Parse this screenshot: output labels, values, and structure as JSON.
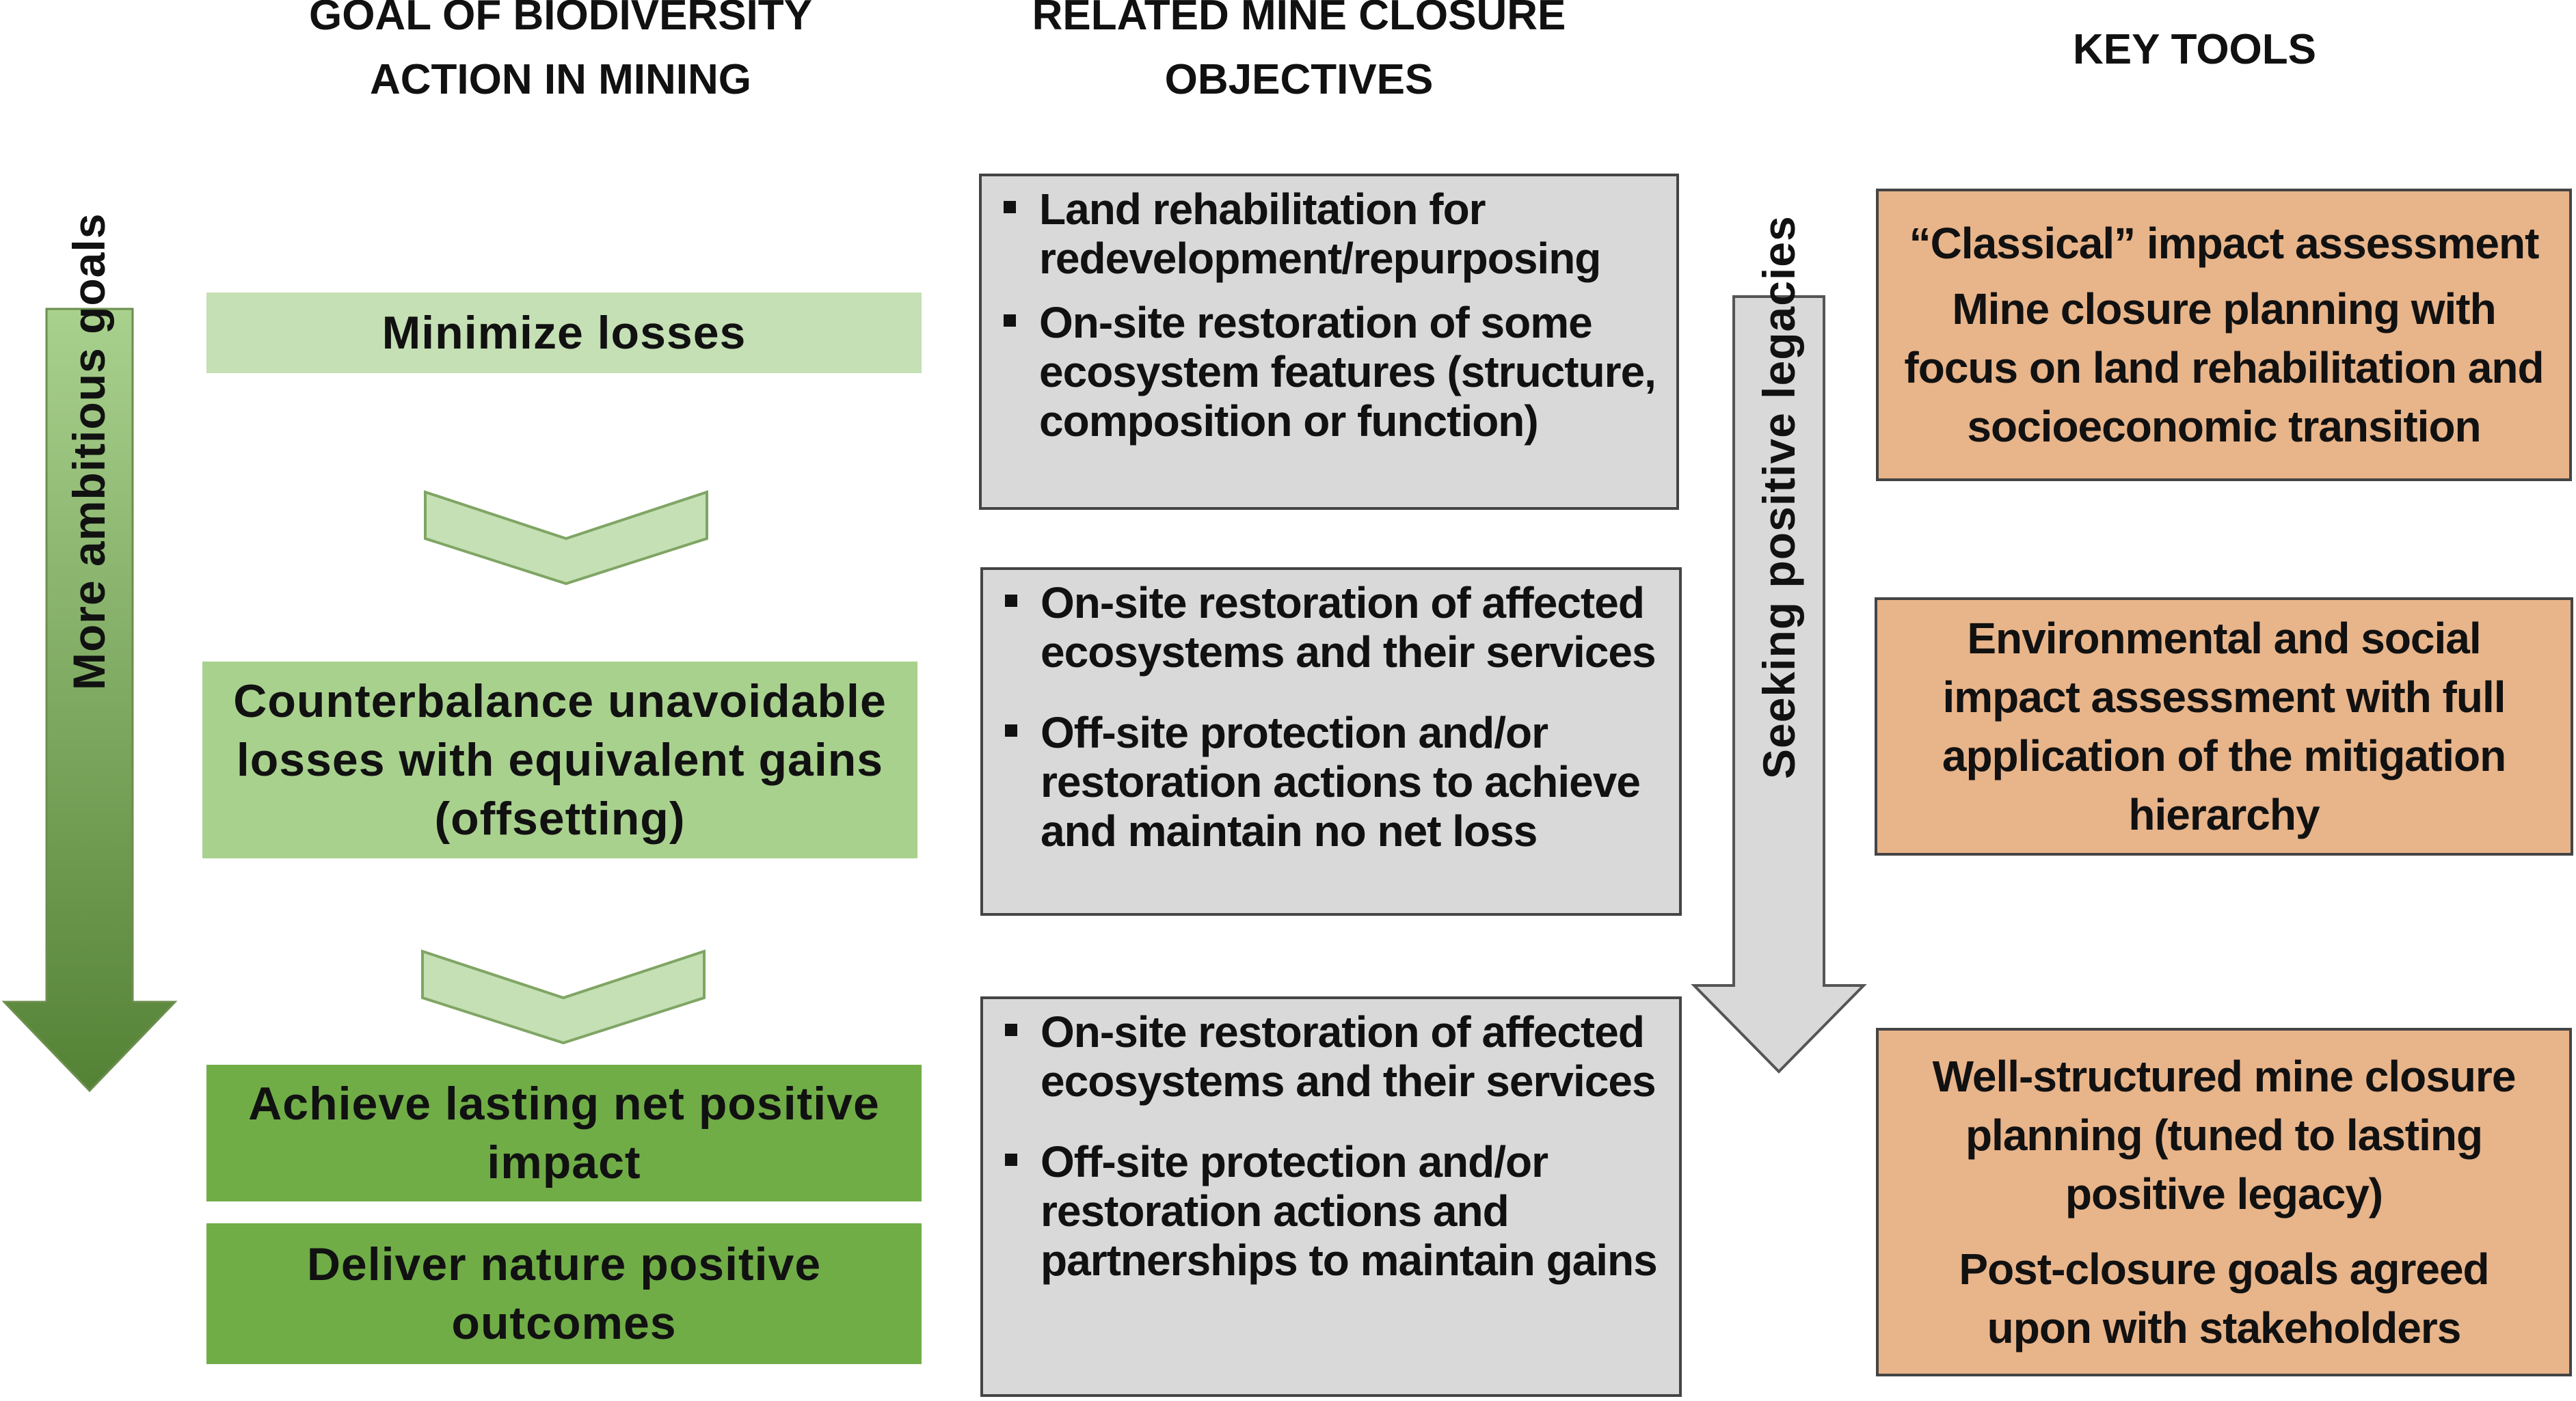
{
  "headers": {
    "goal": [
      "GOAL OF BIODIVERSITY",
      "ACTION IN MINING"
    ],
    "objectives": [
      "RELATED MINE CLOSURE",
      "OBJECTIVES"
    ],
    "tools": "KEY TOOLS"
  },
  "arrows": {
    "left": "More ambitious goals",
    "middle": "Seeking positive legacies"
  },
  "goals": [
    "Minimize losses",
    "Counterbalance unavoidable losses with equivalent gains (offsetting)",
    "Achieve lasting net positive impact",
    "Deliver nature positive outcomes"
  ],
  "objectives": [
    {
      "items": [
        "Land rehabilitation for redevelopment/repurposing",
        "On-site restoration of some ecosystem features (structure, composition or function)"
      ]
    },
    {
      "items": [
        "On-site restoration of affected ecosystems and their services",
        "Off-site protection and/or restoration actions to achieve and maintain no net loss"
      ]
    },
    {
      "items": [
        "On-site restoration of affected ecosystems and their services",
        "Off-site protection and/or restoration actions and partnerships to maintain gains"
      ]
    }
  ],
  "tools": [
    {
      "lines": [
        "“Classical” impact assessment",
        "Mine closure planning with focus on land rehabilitation and socioeconomic transition"
      ]
    },
    {
      "lines": [
        "Environmental and social impact assessment with full application of the mitigation hierarchy"
      ]
    },
    {
      "lines": [
        "Well-structured mine closure planning (tuned to lasting positive legacy)",
        "Post-closure goals agreed upon with stakeholders"
      ]
    }
  ],
  "colors": {
    "goal_light": "#c5e0b4",
    "goal_mid": "#a9d18e",
    "goal_dark": "#70ad47",
    "objective_box": "#d9d9d9",
    "tool_box": "#e8b48a",
    "arrow_green_top": "#a9d18e",
    "arrow_green_bottom": "#548235",
    "arrow_grey": "#d9d9d9"
  }
}
